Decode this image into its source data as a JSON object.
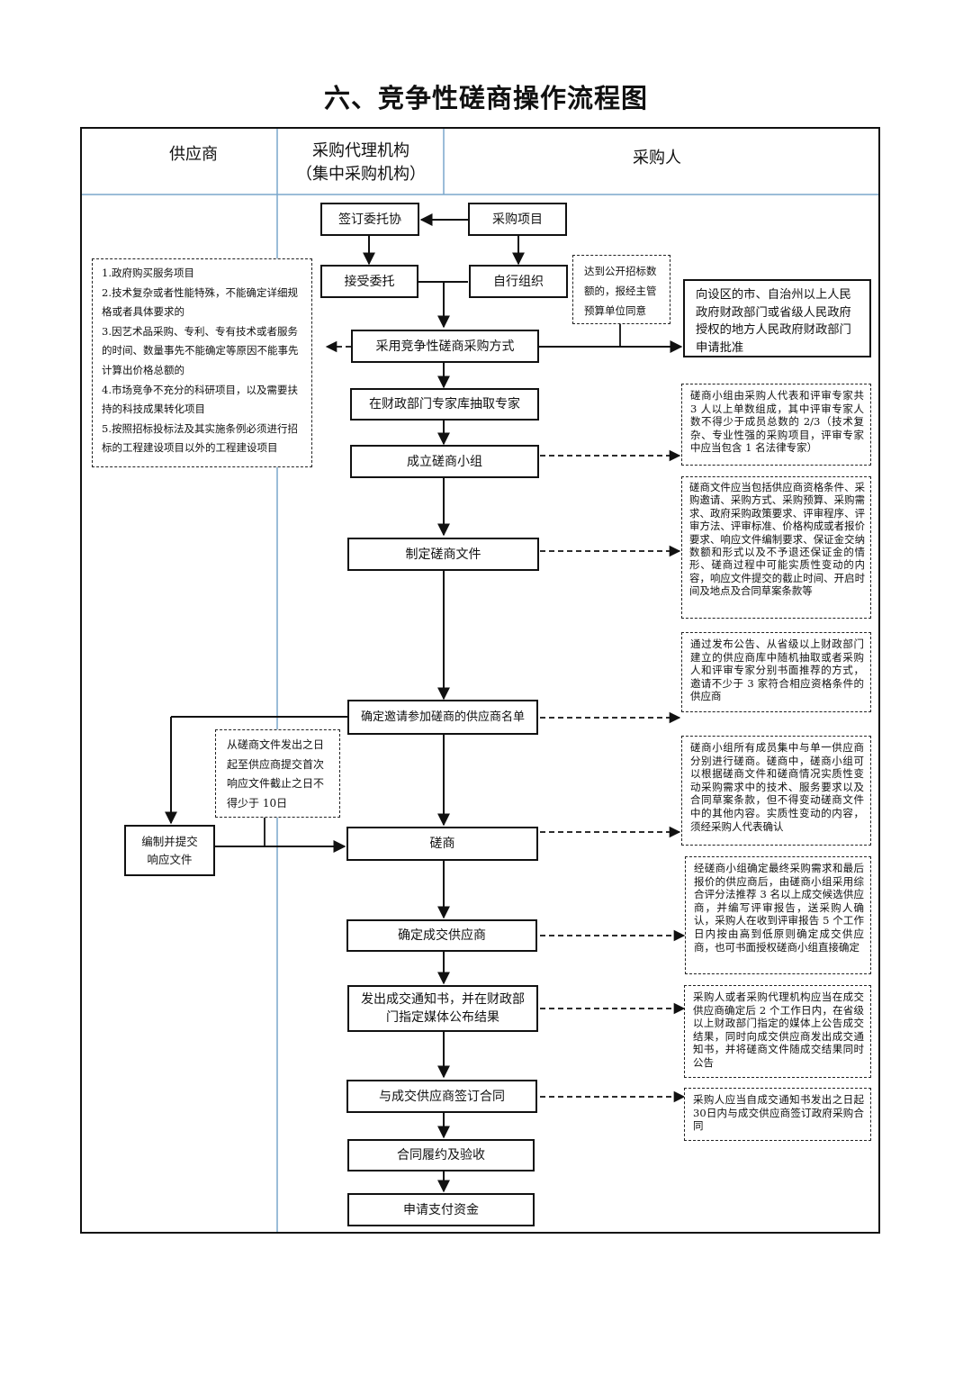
{
  "title": "六、竞争性磋商操作流程图",
  "lanes": {
    "supplier": "供应商",
    "agency_line1": "采购代理机构",
    "agency_line2": "（集中采购机构）",
    "purchaser": "采购人"
  },
  "boxes": {
    "sign_entrust": "签订委托协",
    "procurement_project": "采购项目",
    "accept_entrust": "接受委托",
    "self_organize": "自行组织",
    "adopt_method": "采用竞争性磋商采购方式",
    "draw_experts": "在财政部门专家库抽取专家",
    "form_team": "成立磋商小组",
    "make_docs": "制定磋商文件",
    "confirm_list": "确定邀请参加磋商的供应商名单",
    "prepare_response_line1": "编制并提交",
    "prepare_response_line2": "响应文件",
    "negotiation": "磋商",
    "confirm_supplier": "确定成交供应商",
    "issue_notice_line1": "发出成交通知书，并在财政部",
    "issue_notice_line2": "门指定媒体公布结果",
    "sign_contract": "与成交供应商签订合同",
    "perform_accept": "合同履约及验收",
    "apply_payment": "申请支付资金"
  },
  "notes": {
    "applicable_cases": [
      "1.政府购买服务项目",
      "2.技术复杂或者性能特殊，不能确定详细规格或者具体要求的",
      "3.因艺术品采购、专利、专有技术或者服务的时间、数量事先不能确定等原因不能事先计算出价格总额的",
      "4.市场竞争不充分的科研项目，以及需要扶持的科技成果转化项目",
      "5.按照招标投标法及其实施条例必须进行招标的工程建设项目以外的工程建设项目"
    ],
    "threshold": "达到公开招标数额的，报经主管预算单位同意",
    "approval": "向设区的市、自治州以上人民政府财政部门或省级人民政府授权的地方人民政府财政部门申请批准",
    "team_composition": "磋商小组由采购人代表和评审专家共 3 人以上单数组成，其中评审专家人数不得少于成员总数的 2/3（技术复杂、专业性强的采购项目，评审专家中应当包含 1 名法律专家）",
    "docs_content": "磋商文件应当包括供应商资格条件、采购邀请、采购方式、采购预算、采购需求、政府采购政策要求、评审程序、评审方法、评审标准、价格构成或者报价要求、响应文件编制要求、保证金交纳数额和形式以及不予退还保证金的情形、磋商过程中可能实质性变动的内容，响应文件提交的截止时间、开启时间及地点及合同草案条款等",
    "invite_method": "通过发布公告、从省级以上财政部门建立的供应商库中随机抽取或者采购人和评审专家分别书面推荐的方式，邀请不少于 3 家符合相应资格条件的供应商",
    "deadline": "从磋商文件发出之日起至供应商提交首次响应文件截止之日不得少于 10日",
    "negotiation_rules": "磋商小组所有成员集中与单一供应商分别进行磋商。磋商中，磋商小组可以根据磋商文件和磋商情况实质性变动采购需求中的技术、服务要求以及合同草案条款，但不得变动磋商文件中的其他内容。实质性变动的内容，须经采购人代表确认",
    "confirm_rules": "经磋商小组确定最终采购需求和最后报价的供应商后，由磋商小组采用综合评分法推荐 3 名以上成交候选供应商，并编写评审报告，送采购人确认，采购人在收到评审报告 5 个工作日内按由高到低原则确定成交供应商，也可书面授权磋商小组直接确定",
    "announce_rules": "采购人或者采购代理机构应当在成交供应商确定后 2 个工作日内，在省级以上财政部门指定的媒体上公告成交结果，同时向成交供应商发出成交通知书，并将磋商文件随成交结果同时公告",
    "contract_rules": "采购人应当自成交通知书发出之日起30日内与成交供应商签订政府采购合同"
  }
}
